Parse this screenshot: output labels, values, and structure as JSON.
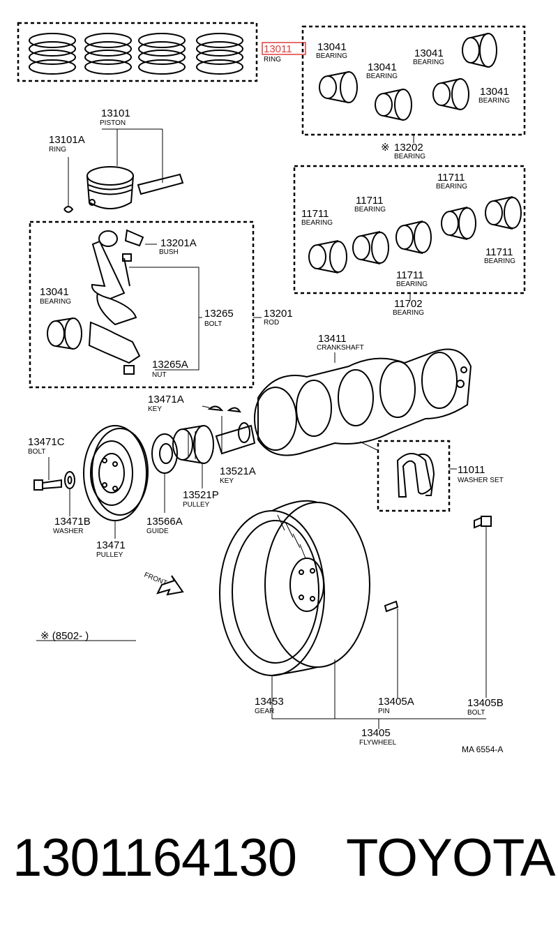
{
  "diagram": {
    "groups": {
      "rings_set": {
        "number": "13011",
        "name": "RING"
      },
      "main_bearings": {
        "number": "13202",
        "name": "BEARING",
        "mark": "※"
      },
      "rod_assy": {
        "number": "13201",
        "name": "ROD"
      },
      "thrust_bearings": {
        "number": "11702",
        "name": "BEARING"
      },
      "flywheel": {
        "number": "13405",
        "name": "FLYWHEEL"
      }
    },
    "parts": {
      "b13041_a": {
        "number": "13041",
        "name": "BEARING"
      },
      "b13041_b": {
        "number": "13041",
        "name": "BEARING"
      },
      "b13041_c": {
        "number": "13041",
        "name": "BEARING"
      },
      "b13041_d": {
        "number": "13041",
        "name": "BEARING"
      },
      "piston": {
        "number": "13101",
        "name": "PISTON"
      },
      "piston_ring": {
        "number": "13101A",
        "name": "RING"
      },
      "bush": {
        "number": "13201A",
        "name": "BUSH"
      },
      "rod_bearing": {
        "number": "13041",
        "name": "BEARING"
      },
      "rod_bolt": {
        "number": "13265",
        "name": "BOLT"
      },
      "rod_nut": {
        "number": "13265A",
        "name": "NUT"
      },
      "b11711_a": {
        "number": "11711",
        "name": "BEARING"
      },
      "b11711_b": {
        "number": "11711",
        "name": "BEARING"
      },
      "b11711_c": {
        "number": "11711",
        "name": "BEARING"
      },
      "b11711_d": {
        "number": "11711",
        "name": "BEARING"
      },
      "b11711_e": {
        "number": "11711",
        "name": "BEARING"
      },
      "crankshaft": {
        "number": "13411",
        "name": "CRANKSHAFT"
      },
      "key_a": {
        "number": "13471A",
        "name": "KEY"
      },
      "bolt_c": {
        "number": "13471C",
        "name": "BOLT"
      },
      "key_b": {
        "number": "13521A",
        "name": "KEY"
      },
      "washer_set": {
        "number": "11011",
        "name": "WASHER SET"
      },
      "washer_b": {
        "number": "13471B",
        "name": "WASHER"
      },
      "guide": {
        "number": "13566A",
        "name": "GUIDE"
      },
      "pulley_p": {
        "number": "13521P",
        "name": "PULLEY"
      },
      "pulley": {
        "number": "13471",
        "name": "PULLEY"
      },
      "gear": {
        "number": "13453",
        "name": "GEAR"
      },
      "pin": {
        "number": "13405A",
        "name": "PIN"
      },
      "fw_bolt": {
        "number": "13405B",
        "name": "BOLT"
      }
    },
    "front_label": "FRONT",
    "note": "※ (8502-      )",
    "ref_code": "MA 6554-A"
  },
  "caption": {
    "part_number": "1301164130",
    "brand": "TOYOTA"
  },
  "colors": {
    "highlight": "#e23b3b",
    "line": "#000000",
    "background": "#ffffff"
  }
}
